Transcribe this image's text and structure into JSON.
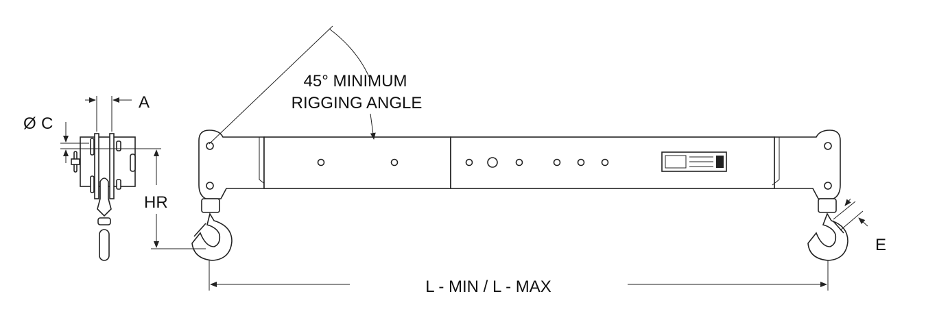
{
  "labels": {
    "angle_line1": "45° MINIMUM",
    "angle_line2": "RIGGING ANGLE",
    "dim_a": "A",
    "dim_c_symbol": "Ø",
    "dim_c": "C",
    "dim_hr": "HR",
    "dim_e": "E",
    "dim_l": "L - MIN / L - MAX"
  },
  "colors": {
    "line": "#222222",
    "background": "#ffffff"
  }
}
